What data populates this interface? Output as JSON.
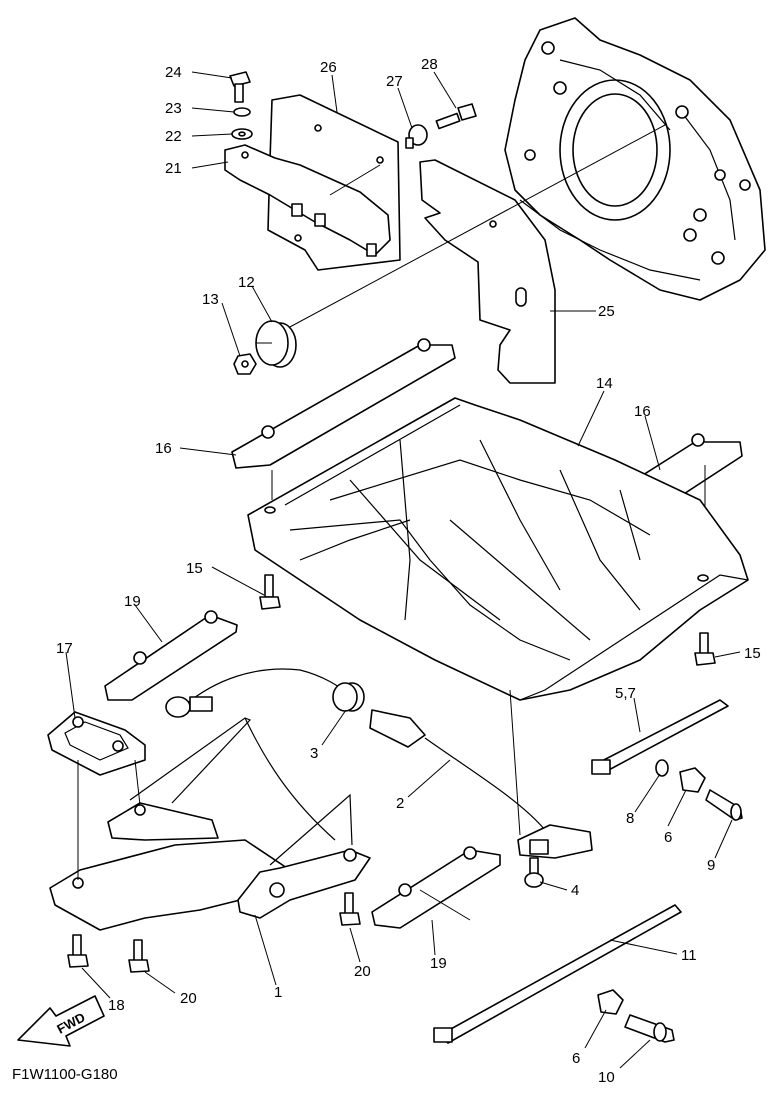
{
  "diagram": {
    "code": "F1W1100-G180",
    "fwd_label": "FWD",
    "callouts": {
      "c1": "1",
      "c2": "2",
      "c3": "3",
      "c4": "4",
      "c57": "5,7",
      "c6a": "6",
      "c6b": "6",
      "c8": "8",
      "c9": "9",
      "c10": "10",
      "c11": "11",
      "c12": "12",
      "c13": "13",
      "c14": "14",
      "c15a": "15",
      "c15b": "15",
      "c16a": "16",
      "c16b": "16",
      "c17": "17",
      "c18": "18",
      "c19a": "19",
      "c19b": "19",
      "c20a": "20",
      "c20b": "20",
      "c21": "21",
      "c22": "22",
      "c23": "23",
      "c24": "24",
      "c25": "25",
      "c26": "26",
      "c27": "27",
      "c28": "28"
    }
  }
}
